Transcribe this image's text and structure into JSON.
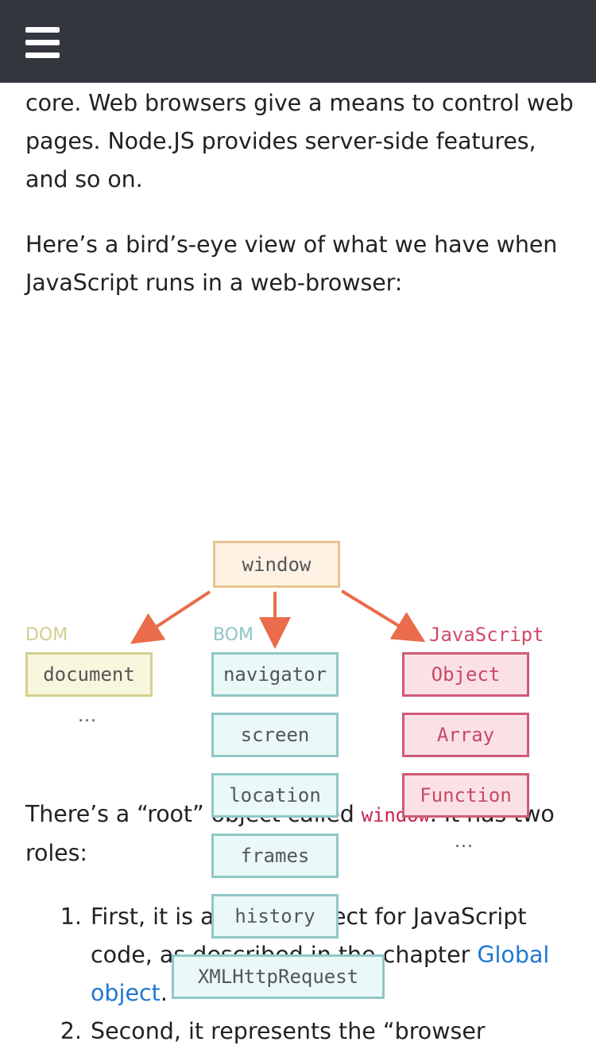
{
  "header": {
    "menu_icon": "hamburger-menu-icon"
  },
  "article": {
    "p1": "core. Web browsers give a means to control web pages. Node.JS provides server-side features, and so on.",
    "p2": "Here’s a bird’s-eye view of what we have when JavaScript runs in a web-browser:",
    "p3_before": "There’s a “root” object called ",
    "p3_code": "window",
    "p3_after": ". It has two roles:",
    "list": {
      "item1_before": "First, it is a global object for JavaScript code, as described in the chapter ",
      "item1_link": "Global object",
      "item1_after": ".",
      "item2": "Second, it represents the “browser"
    }
  },
  "diagram": {
    "root": "window",
    "labels": {
      "dom": "DOM",
      "bom": "BOM",
      "js": "JavaScript"
    },
    "dom_items": [
      "document"
    ],
    "bom_items": [
      "navigator",
      "screen",
      "location",
      "frames",
      "history",
      "XMLHttpRequest"
    ],
    "js_items": [
      "Object",
      "Array",
      "Function"
    ],
    "ellipsis": "...",
    "colors": {
      "window": "#e8c38e",
      "dom": "#d3d08e",
      "bom": "#8fc7c6",
      "js": "#cf5b76",
      "arrow": "#ea6c4a"
    }
  }
}
